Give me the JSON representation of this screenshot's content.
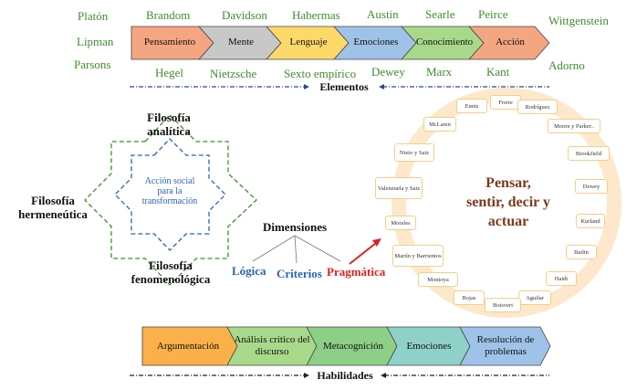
{
  "top_authors_row1": [
    "Platón",
    "Brandom",
    "Davidson",
    "Habermas",
    "Austin",
    "Searle",
    "Peirce",
    "Wittgenstein"
  ],
  "top_authors_left": [
    "Lipman",
    "Parsons"
  ],
  "top_authors_right": [
    "Adorno"
  ],
  "top_authors_row3": [
    "Hegel",
    "Nietzsche",
    "Sexto empírico",
    "Dewey",
    "Marx",
    "Kant"
  ],
  "elements": {
    "items": [
      "Pensamiento",
      "Mente",
      "Lenguaje",
      "Emociones",
      "Conocimiento",
      "Acción"
    ],
    "colors": [
      "#f4a582",
      "#c8c8c8",
      "#fdd96a",
      "#9fc3e8",
      "#a8d98a",
      "#f4a582"
    ],
    "label": "Elementos"
  },
  "star": {
    "top": [
      "Filosofía",
      "analítica"
    ],
    "left": [
      "Filosofía",
      "hermeneútica"
    ],
    "bottom": [
      "Filosofía",
      "fenomenológica"
    ],
    "center": [
      "Acción social",
      "para la",
      "transformación"
    ]
  },
  "dimensions": {
    "title": "Dimensiones",
    "items": [
      "Lógica",
      "Criterios",
      "Pragmática"
    ]
  },
  "circle": {
    "center": [
      "Pensar,",
      "sentir, decir y",
      "actuar"
    ],
    "names": [
      "Freire",
      "Rodríguez",
      "Moore y Parker..",
      "Brookfield",
      "Dewey",
      "Kurland",
      "Bailin",
      "Haidt",
      "Aguilar",
      "Boisvert",
      "Rojas",
      "Montoya",
      "Martín y Barrientos",
      "Morales",
      "Valenzuela y Saiz",
      "Nieto y Saiz",
      "McLaren",
      "Ennis"
    ]
  },
  "skills": {
    "items": [
      "Argumentación",
      "Análisis crítico del discurso",
      "Metacognición",
      "Emociones",
      "Resolución de problemas"
    ],
    "colors": [
      "#fbb04a",
      "#a8d98a",
      "#8dcf86",
      "#8fd0c8",
      "#9fc3e8"
    ],
    "label": "Habilidades"
  },
  "colors": {
    "author_green": "#3e8e2e",
    "dimension_blue": "#2b63b3",
    "pragmatic_red": "#e02020",
    "circle_text": "#7b3a1a"
  }
}
